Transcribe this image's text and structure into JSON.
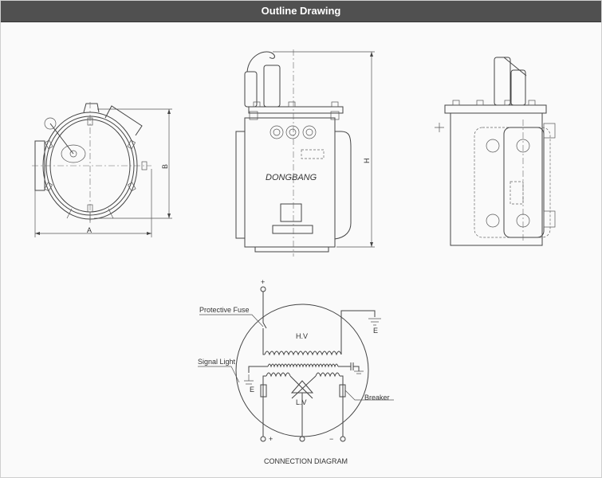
{
  "header": {
    "title": "Outline Drawing"
  },
  "outline": {
    "dim_a": "A",
    "dim_b": "B",
    "dim_h": "H",
    "brand": "DONGBANG"
  },
  "connection": {
    "protective_fuse": "Protective Fuse",
    "hv": "H.V",
    "earth_top": "E",
    "signal_light": "Signal Light",
    "earth_left": "E",
    "lv": "L.V",
    "breaker": "Breaker",
    "top_plus": "+",
    "bottom_plus": "+",
    "bottom_minus": "−",
    "title": "CONNECTION DIAGRAM"
  }
}
